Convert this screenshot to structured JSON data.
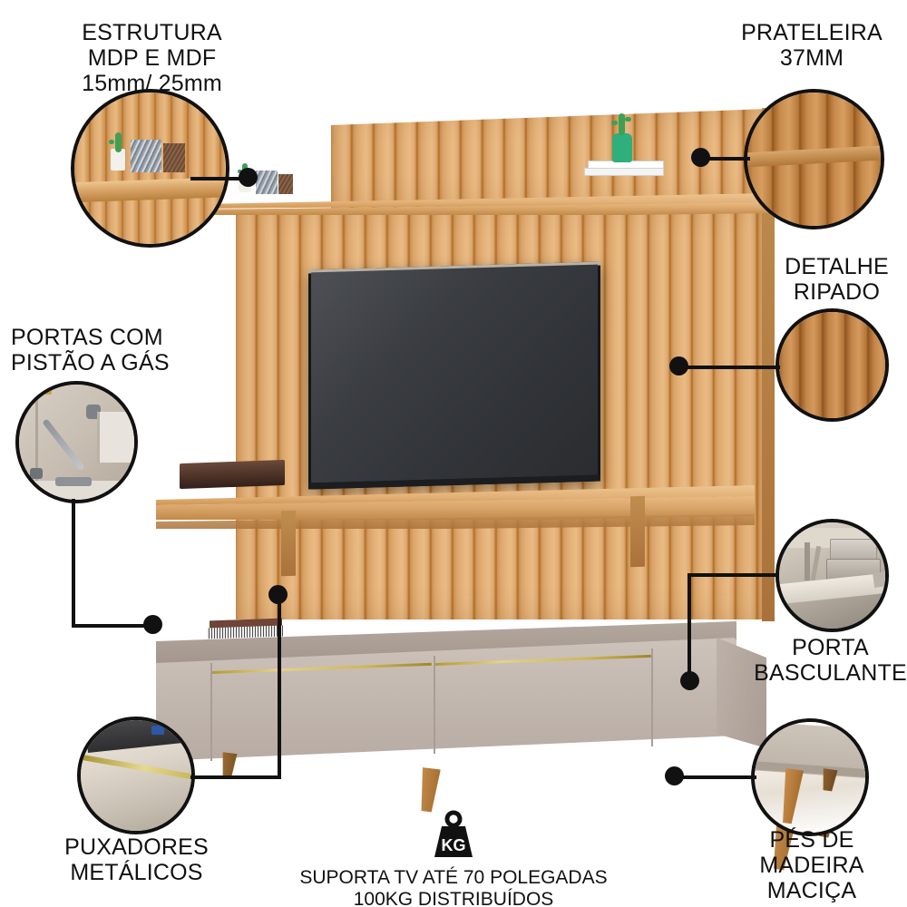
{
  "product": {
    "type": "home-theater-tv-panel",
    "colors": {
      "wood": "#d9a368",
      "wood_dark": "#a9691f",
      "cabinet": "#c3b8b0",
      "handle_gold": "#cdb755",
      "screen": "#34373b",
      "line": "#111111"
    }
  },
  "callouts": [
    {
      "id": "estrutura",
      "label": "ESTRUTURA\nMDP E MDF\n15mm/ 25mm",
      "bubble_name": "bubble-estrutura",
      "detail": "shelf-with-decor"
    },
    {
      "id": "prateleira",
      "label": "PRATELEIRA\n37MM",
      "bubble_name": "bubble-prateleira",
      "detail": "shelf-thickness"
    },
    {
      "id": "detalhe-ripado",
      "label": "DETALHE\nRIPADO",
      "bubble_name": "bubble-detalhe-ripado",
      "detail": "slat-texture"
    },
    {
      "id": "portas-pistao",
      "label": "PORTAS COM\nPISTÃO A GÁS",
      "bubble_name": "bubble-portas-pistao",
      "detail": "gas-piston-hinge"
    },
    {
      "id": "porta-basculante",
      "label": "PORTA\nBASCULANTE",
      "bubble_name": "bubble-porta-basculante",
      "detail": "flip-down-door-storage"
    },
    {
      "id": "puxadores",
      "label": "PUXADORES\nMETÁLICOS",
      "bubble_name": "bubble-puxadores",
      "detail": "metal-gold-handle"
    },
    {
      "id": "pes-madeira",
      "label": "PÉS DE\nMADEIRA MACIÇA\nENVERNIZADO",
      "bubble_name": "bubble-pes-madeira",
      "detail": "solid-wood-leg"
    }
  ],
  "capacity": {
    "badge_text": "KG",
    "icon": "weight-icon",
    "text": "SUPORTA TV ATÉ 70 POLEGADAS\n100KG DISTRIBUÍDOS"
  }
}
